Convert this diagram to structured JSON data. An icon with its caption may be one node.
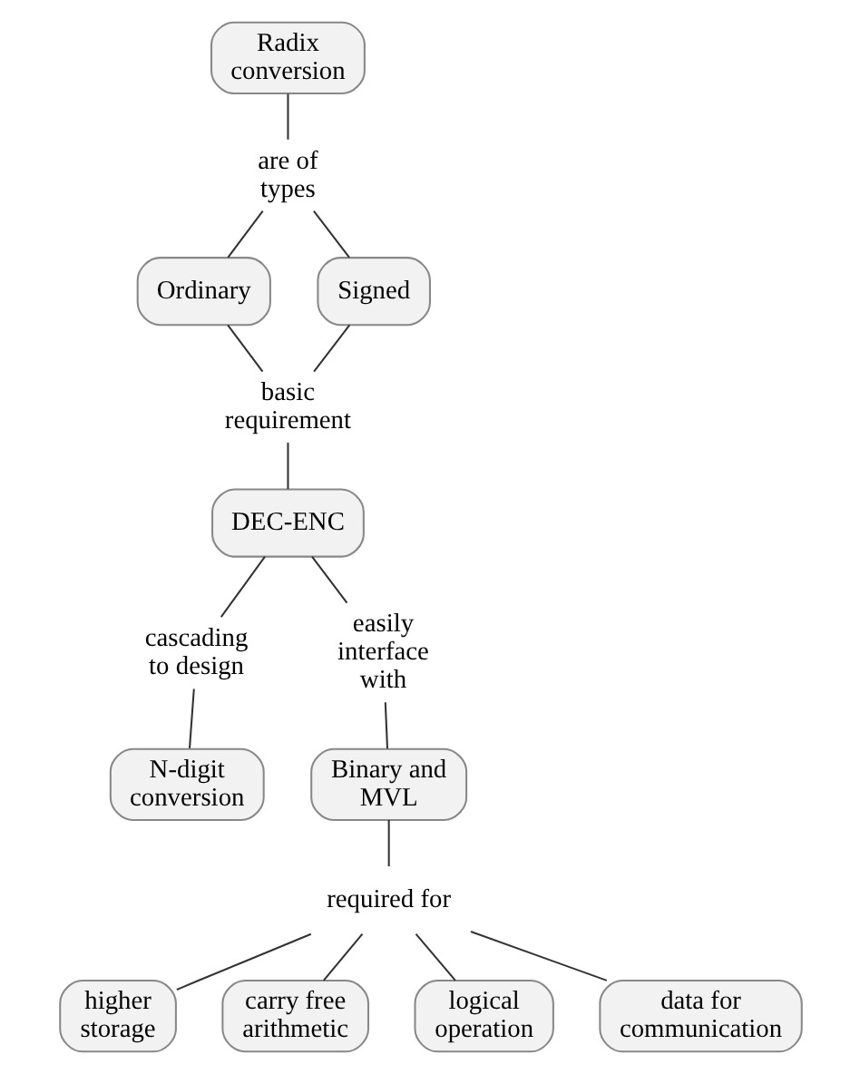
{
  "diagram": {
    "nodes": [
      {
        "text": [
          "Radix conversion"
        ]
      },
      {
        "text": [
          "are of types"
        ]
      },
      {
        "text": [
          "Ordinary"
        ]
      },
      {
        "text": [
          "Signed"
        ]
      },
      {
        "text": [
          "basic requirement"
        ]
      },
      {
        "text": [
          "DEC-ENC"
        ]
      },
      {
        "text": [
          "cascading to design"
        ]
      },
      {
        "text": [
          "easily interface with"
        ]
      },
      {
        "text": [
          "N-digit conversion"
        ]
      },
      {
        "text": [
          "Binary and MVL"
        ]
      },
      {
        "text": [
          "required for"
        ]
      },
      {
        "text": [
          "higher storage"
        ]
      },
      {
        "text": [
          "carry free arithmetic"
        ]
      },
      {
        "text": [
          "logical operation"
        ]
      },
      {
        "text": [
          "data for communication"
        ]
      }
    ],
    "edges": [
      {
        "from": 0,
        "to": 1,
        "arrow": "none"
      },
      {
        "from": 1,
        "to": 2,
        "arrow": "none"
      },
      {
        "from": 1,
        "to": 3,
        "arrow": "none"
      },
      {
        "from": 2,
        "to": 4,
        "arrow": "none"
      },
      {
        "from": 3,
        "to": 4,
        "arrow": "none"
      },
      {
        "from": 4,
        "to": 5,
        "arrow": "none"
      },
      {
        "from": 5,
        "to": 6,
        "arrow": "none"
      },
      {
        "from": 5,
        "to": 7,
        "arrow": "none"
      },
      {
        "from": 6,
        "to": 8,
        "arrow": "none"
      },
      {
        "from": 7,
        "to": 9,
        "arrow": "none"
      },
      {
        "from": 9,
        "to": 10,
        "arrow": "none"
      },
      {
        "from": 10,
        "to": 11,
        "arrow": "none"
      },
      {
        "from": 10,
        "to": 12,
        "arrow": "none"
      },
      {
        "from": 10,
        "to": 13,
        "arrow": "none"
      },
      {
        "from": 10,
        "to": 14,
        "arrow": "none"
      }
    ]
  }
}
